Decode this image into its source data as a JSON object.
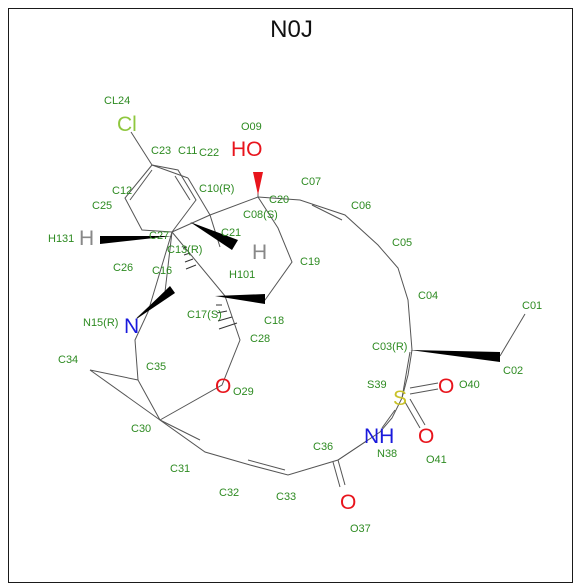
{
  "title": "N0J",
  "colors": {
    "carbon": "#2e8b22",
    "chlorine": "#8fc73e",
    "oxygen": "#e8141c",
    "nitrogen": "#1a1adc",
    "sulfur": "#c9c22a",
    "hydrogen": "#888888",
    "bond": "#555555"
  },
  "labels": {
    "cl24": "CL24",
    "cl": "Cl",
    "o09": "O09",
    "ho": "HO",
    "c23": "C23",
    "c11": "C11",
    "c22": "C22",
    "c12": "C12",
    "c10": "C10(R)",
    "c20": "C20",
    "c07": "C07",
    "c25": "C25",
    "c08": "C08(S)",
    "c06": "C06",
    "c27": "C27",
    "c21": "C21",
    "h131": "H131",
    "hl": "H",
    "c13": "C13(R)",
    "hr": "H",
    "c05": "C05",
    "c26": "C26",
    "c16": "C16",
    "c19": "C19",
    "h101": "H101",
    "c04": "C04",
    "c01": "C01",
    "n15": "N15(R)",
    "n": "N",
    "c17": "C17(S)",
    "c18": "C18",
    "c28": "C28",
    "c03": "C03(R)",
    "c02": "C02",
    "c34": "C34",
    "c35": "C35",
    "o29": "O29",
    "o": "O",
    "s39": "S39",
    "s": "S",
    "o40": "O40",
    "o40sym": "O",
    "c30": "C30",
    "c36": "C36",
    "nh": "NH",
    "o41sym": "O",
    "n38": "N38",
    "o41": "O41",
    "c31": "C31",
    "c32": "C32",
    "c33": "C33",
    "o37sym": "O",
    "o37": "O37"
  }
}
